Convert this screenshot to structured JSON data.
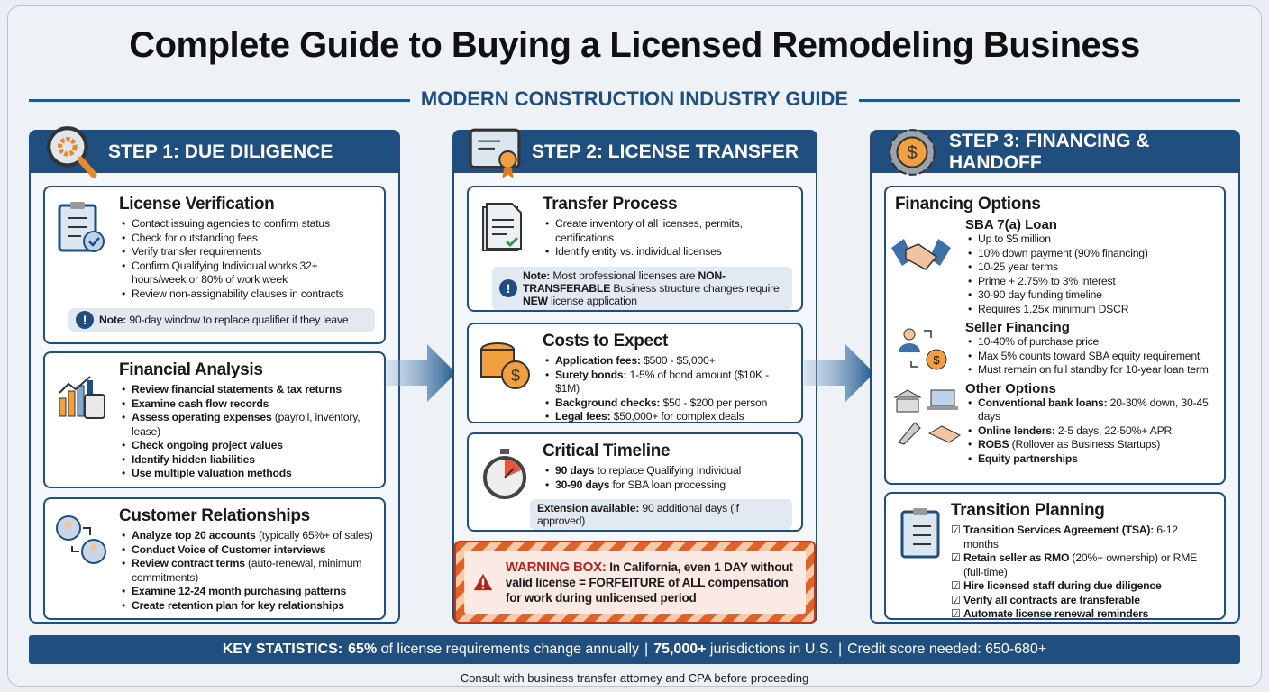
{
  "title": "Complete Guide to Buying a Licensed Remodeling Business",
  "subtitle": "MODERN CONSTRUCTION INDUSTRY GUIDE",
  "colors": {
    "primary": "#1f4e7f",
    "accent": "#f0a040",
    "warning": "#b4221a"
  },
  "steps": [
    {
      "header": "STEP 1: DUE DILIGENCE",
      "icon": "magnifier-gear-icon",
      "cards": [
        {
          "title": "License Verification",
          "icon": "clipboard-check-icon",
          "items": [
            {
              "b": "",
              "t": "Contact issuing agencies to confirm status"
            },
            {
              "b": "",
              "t": "Check for outstanding fees"
            },
            {
              "b": "",
              "t": "Verify transfer requirements"
            },
            {
              "b": "",
              "t": "Confirm Qualifying Individual works 32+ hours/week or 80% of work week"
            },
            {
              "b": "",
              "t": "Review non-assignability clauses in contracts"
            }
          ],
          "note": {
            "b": "Note:",
            "t": " 90-day window to replace qualifier if they leave"
          }
        },
        {
          "title": "Financial Analysis",
          "icon": "chart-calculator-icon",
          "items": [
            {
              "b": "Review financial statements & tax returns",
              "t": ""
            },
            {
              "b": "Examine cash flow records",
              "t": ""
            },
            {
              "b": "Assess operating expenses",
              "t": " (payroll, inventory, lease)"
            },
            {
              "b": "Check ongoing project values",
              "t": ""
            },
            {
              "b": "Identify hidden liabilities",
              "t": ""
            },
            {
              "b": "Use multiple valuation methods",
              "t": ""
            }
          ]
        },
        {
          "title": "Customer Relationships",
          "icon": "customers-exchange-icon",
          "items": [
            {
              "b": "Analyze top 20 accounts",
              "t": " (typically 65%+ of sales)"
            },
            {
              "b": "Conduct Voice of Customer interviews",
              "t": ""
            },
            {
              "b": "Review contract terms",
              "t": " (auto-renewal, minimum commitments)"
            },
            {
              "b": "Examine 12-24 month purchasing patterns",
              "t": ""
            },
            {
              "b": "Create retention plan for key relationships",
              "t": ""
            }
          ]
        }
      ]
    },
    {
      "header": "STEP 2: LICENSE TRANSFER",
      "icon": "certificate-icon",
      "cards": [
        {
          "title": "Transfer Process",
          "icon": "document-check-icon",
          "items": [
            {
              "b": "",
              "t": "Create inventory of all licenses, permits, certifications"
            },
            {
              "b": "",
              "t": "Identify entity vs. individual licenses"
            }
          ],
          "note": {
            "parts": [
              {
                "b": "Note:",
                "t": " Most professional licenses are "
              },
              {
                "b": "NON-TRANSFERABLE",
                "t": " Business structure changes require "
              },
              {
                "b": "NEW",
                "t": " license application"
              }
            ]
          }
        },
        {
          "title": "Costs to Expect",
          "icon": "coins-dollar-icon",
          "items": [
            {
              "b": "Application fees:",
              "t": " $500 - $5,000+"
            },
            {
              "b": "Surety bonds:",
              "t": " 1-5% of bond amount ($10K - $1M)"
            },
            {
              "b": "Background checks:",
              "t": " $50 - $200 per person"
            },
            {
              "b": "Legal fees:",
              "t": " $50,000+ for complex deals"
            }
          ]
        },
        {
          "title": "Critical Timeline",
          "icon": "stopwatch-icon",
          "items": [
            {
              "b": "90 days",
              "t": " to replace Qualifying Individual"
            },
            {
              "b": "30-90 days",
              "t": " for SBA loan processing"
            }
          ],
          "note": {
            "b": "Extension available:",
            "t": " 90 additional days (if approved)"
          }
        }
      ],
      "warning": {
        "label": "WARNING BOX:",
        "text": " In California, even 1 DAY without valid license = FORFEITURE of ALL compensation for work during unlicensed period",
        "icon": "warning-triangle-icon"
      }
    },
    {
      "header": "STEP 3: FINANCING & HANDOFF",
      "icon": "gear-dollar-icon",
      "financing": {
        "title": "Financing Options",
        "groups": [
          {
            "title": "SBA 7(a) Loan",
            "icon": "handshake-icon",
            "items": [
              {
                "b": "",
                "t": "Up to $5 million"
              },
              {
                "b": "",
                "t": "10% down payment (90% financing)"
              },
              {
                "b": "",
                "t": "10-25 year terms"
              },
              {
                "b": "",
                "t": "Prime + 2.75% to 3% interest"
              },
              {
                "b": "",
                "t": "30-90 day funding timeline"
              },
              {
                "b": "",
                "t": "Requires 1.25x minimum DSCR"
              }
            ]
          },
          {
            "title": "Seller Financing",
            "icon": "person-moneybag-icon",
            "items": [
              {
                "b": "",
                "t": "10-40% of purchase price"
              },
              {
                "b": "",
                "t": "Max 5% counts toward SBA equity requirement"
              },
              {
                "b": "",
                "t": "Must remain on full standby for 10-year loan term"
              }
            ]
          },
          {
            "title": "Other Options",
            "icon": "bank-laptop-rocket-icon",
            "items": [
              {
                "b": "Conventional bank loans:",
                "t": " 20-30% down, 30-45 days"
              },
              {
                "b": "Online lenders:",
                "t": " 2-5 days, 22-50%+ APR"
              },
              {
                "b": "ROBS",
                "t": " (Rollover as Business Startups)"
              },
              {
                "b": "Equity partnerships",
                "t": ""
              }
            ]
          }
        ]
      },
      "transition": {
        "title": "Transition Planning",
        "icon": "checklist-icon",
        "items": [
          {
            "b": "Transition Services Agreement (TSA):",
            "t": " 6-12 months"
          },
          {
            "b": "Retain seller as RMO",
            "t": " (20%+ ownership) or RME (full-time)"
          },
          {
            "b": "Hire licensed staff during due diligence",
            "t": ""
          },
          {
            "b": "Verify all contracts are transferable",
            "t": ""
          },
          {
            "b": "Automate license renewal reminders",
            "t": ""
          }
        ]
      }
    }
  ],
  "stats": {
    "label": "KEY STATISTICS:",
    "s1b": "65%",
    "s1": " of license requirements change annually",
    "sep": "|",
    "s2b": "75,000+",
    "s2": " jurisdictions in U.S.",
    "s3": "Credit score needed: 650-680+"
  },
  "footer": "Consult with business transfer attorney and CPA before proceeding"
}
